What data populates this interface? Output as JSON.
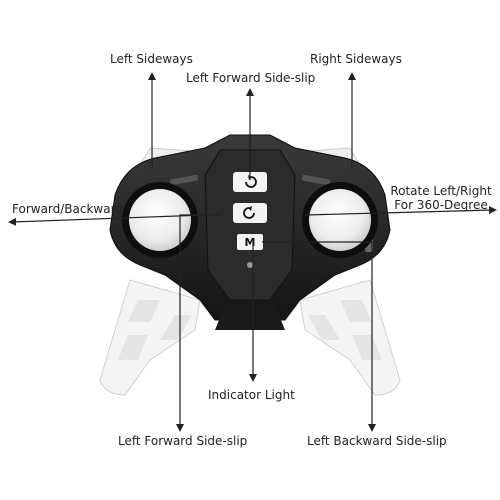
{
  "labels": {
    "left_sideways": "Left Sideways",
    "right_sideways": "Right Sideways",
    "left_forward_top": "Left Forward Side-slip",
    "forward_backward": "Forward/Backward",
    "rotate_line1": "Rotate Left/Right",
    "rotate_line2": "For 360-Degree",
    "indicator_light": "Indicator Light",
    "left_forward_bottom": "Left Forward Side-slip",
    "left_backward": "Left Backward Side-slip"
  },
  "buttons": {
    "top_icon": "rotate-ccw-icon",
    "middle_icon": "rotate-cw-icon",
    "mode_label": "M"
  },
  "colors": {
    "body": "#1e1e1e",
    "grip": "#f2f2f2",
    "stick": "#e9e9e9",
    "text": "#222222",
    "arrow": "#222222"
  }
}
